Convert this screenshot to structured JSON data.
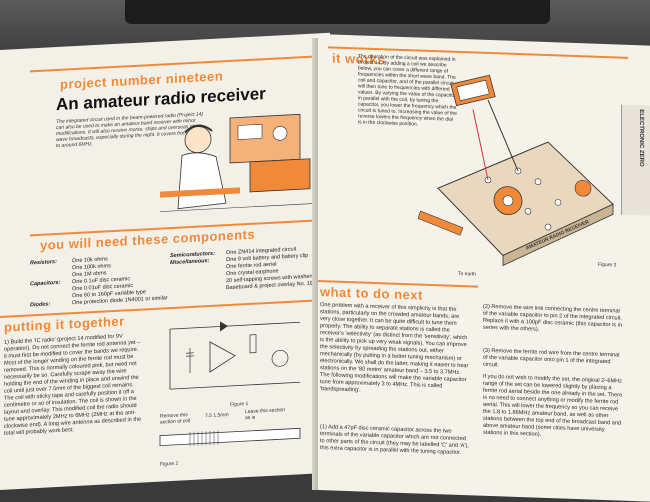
{
  "left": {
    "project_heading": "project number nineteen",
    "title": "An amateur radio receiver",
    "intro": "The integrated circuit used in the beam-powered radio (Project 14) can also be used to make an amateur band receiver with minor modifications. It will also receive morse, ships and overseas short wave broadcasts, especially during the night. It covers from 2MHz to around 6MHz.",
    "components_heading": "you will need these components",
    "components": {
      "resistors_label": "Resistors:",
      "resistors": [
        "One 10k ohms",
        "One 100k ohms",
        "One 1M ohms"
      ],
      "capacitors_label": "Capacitors:",
      "capacitors": [
        "One 0.1uF disc ceramic",
        "One 0.01uF disc ceramic",
        "One 60 to 160pF variable type",
        "One protection diode 1N4001 or similar"
      ],
      "diodes_label": "Diodes:",
      "semiconductors_label": "Semiconductors:",
      "misc_label": "Miscellaneous:",
      "misc": [
        "One ZN414 integrated circuit",
        "One 9 volt battery and battery clip",
        "One ferrite rod aerial",
        "One crystal earphone",
        "20 self-tapping screws with washers",
        "Baseboard & project overlay No. 19"
      ]
    },
    "assembly_heading": "putting it together",
    "assembly_text": "1) Build the 'IC radio' (project 14 modified for 9V operation). Do not connect the ferrite rod antenna yet – it must first be modified to cover the bands we require. Most of the longer winding on the ferrite rod must be removed. This is normally coloured pink, but need not necessarily be so. Carefully scrape away the wire holding the end of the winding in place and unwind the coil until just over 7.5mm of the biggest coil remains. The coil with sticky tape and carefully position it off a centimetre or so of insulation. The coil is shown in the layout and overlay. This modified coil the radio should tune approximately 2MHz to 6MHz (2MHz at the anti-clockwise end). A long wire antenna as described in the total will probably work best.",
    "figure1_label": "Figure 1",
    "figure2_label": "Figure 2",
    "fig2_remove": "Remove this section of coil",
    "fig2_leave": "Leave this section as is",
    "fig2_dims": "7.5 1.5mm"
  },
  "right": {
    "how_heading": "it works",
    "how_text": "The operation of the circuit was explained in Project 14. By adding a coil we describe below, you can cover a different range of frequencies within the short wave band. The coil and capacitor, and of the parallel circuit will then tune to frequencies with different values. By varying the value of the capacitor in parallel with the coil, by tuning the capacitor, you lower the frequency which the circuit is tuned to. Increasing the value of the reverse lowers the frequency when the dial is in the clockwise position.",
    "figure3_label": "Figure 3",
    "to_earth": "To earth",
    "next_heading": "what to do next",
    "next_text": "One problem with a receiver of this simplicity is that the stations, particularly on the crowded amateur bands, are very close together. It can be quite difficult to tune them properly. The ability to separate stations is called the receiver's 'selectivity' (as distinct from the 'sensitivity', which is the ability to pick up very weak signals). You can improve the selectivity by spreading the stations out, either mechanically (by putting in a better tuning mechanism) or electronically. We shall do the latter, making it easier to hear stations on the '80 metre' amateur band – 3.5 to 3.7MHz. The following modifications will make the variable capacitor tune from approximately 3 to 4MHz. This is called 'bandspreading'.",
    "step1": "(1) Add a 47pF disc ceramic capacitor across the two terminals of the variable capacitor which are not connected to other parts of the circuit (they may be labelled 'C' and 'A'), this extra capacitor is in parallel with the tuning capacitor.",
    "step2": "(2) Remove the wire link connecting the centre terminal of the variable capacitor to pin 2 of the integrated circuit. Replace it with a 100pF disc ceramic (this capacitor is in series with the others).",
    "step3": "(3) Remove the ferrite rod wire from the centre terminal of the variable capacitor onto pin 1 of the integrated circuit.",
    "closing": "If you do not wish to modify the set, the original 2–6MHz range of the set can be lowered slightly by placing a ferrite rod aerial beside the one already in the set. There is no need to connect anything or modify the ferrite rod aerial. This will lower the frequency so you can receive the 1.8 to 1.86MHz amateur band, as well as other stations between the top end of the broadcast band and above amateur band (some cities have university stations in this section).",
    "side_tab": "ELECTRONIC ZERO",
    "board_label": "AMATEUR RADIO RECEIVER"
  }
}
